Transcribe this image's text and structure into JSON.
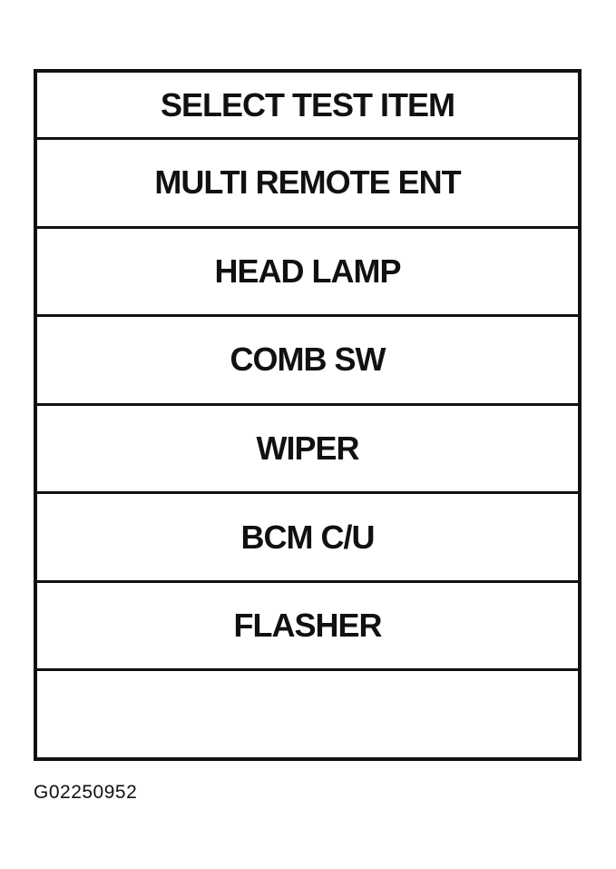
{
  "menu": {
    "header": "SELECT TEST ITEM",
    "items": [
      {
        "label": "MULTI REMOTE ENT"
      },
      {
        "label": "HEAD LAMP"
      },
      {
        "label": "COMB SW"
      },
      {
        "label": "WIPER"
      },
      {
        "label": "BCM C/U"
      },
      {
        "label": "FLASHER"
      },
      {
        "label": ""
      }
    ]
  },
  "figure_id": "G02250952"
}
